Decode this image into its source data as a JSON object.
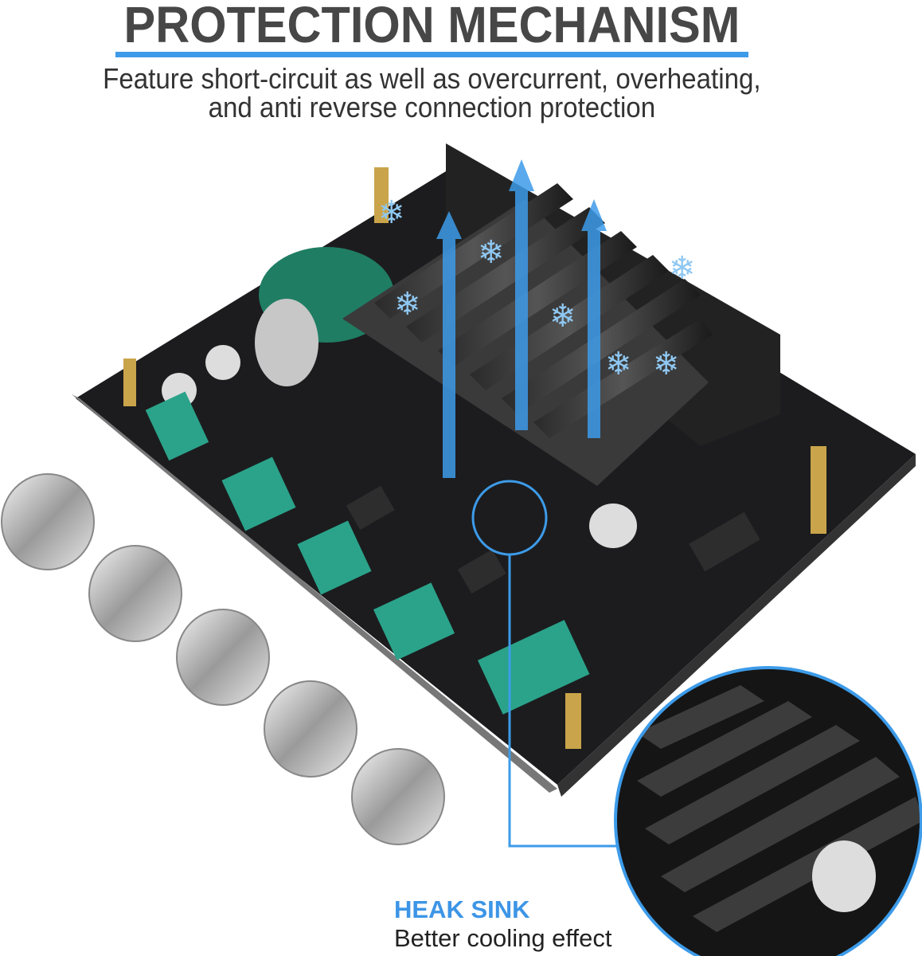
{
  "header": {
    "title": "PROTECTION MECHANISM",
    "subtitle_line1": "Feature short-circuit as well as overcurrent, overheating,",
    "subtitle_line2": "and anti reverse connection protection"
  },
  "callout": {
    "title": "HEAK SINK",
    "description": "Better cooling effect"
  },
  "colors": {
    "accent": "#3d9be9",
    "title": "#474747",
    "board": "#1c1c1e",
    "potentiometer": "#2aa38a"
  }
}
